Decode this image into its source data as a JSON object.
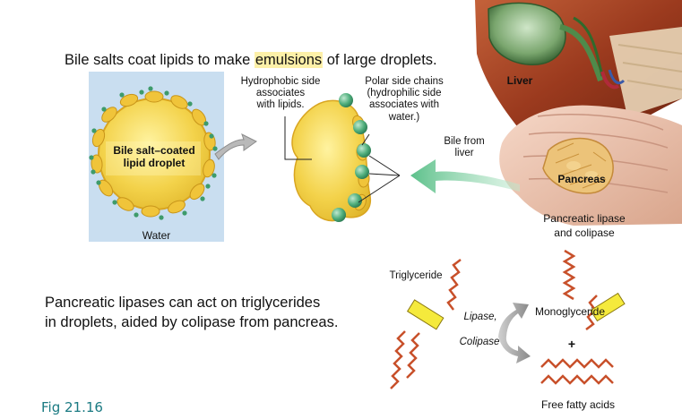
{
  "title": {
    "before": "Bile salts coat lipids to make ",
    "highlight": "emulsions",
    "after": " of large droplets."
  },
  "droplet": {
    "label_line1": "Bile salt–coated",
    "label_line2": "lipid droplet",
    "water": "Water"
  },
  "hydrophobic": {
    "line1": "Hydrophobic side",
    "line2": "associates",
    "line3": "with lipids."
  },
  "polar": {
    "line1": "Polar side chains",
    "line2": "(hydrophilic side",
    "line3": "associates with",
    "line4": "water.)"
  },
  "bile_from": {
    "line1": "Bile from",
    "line2": "liver"
  },
  "organs": {
    "liver": "Liver",
    "pancreas": "Pancreas"
  },
  "lipase_source": {
    "line1": "Pancreatic lipase",
    "line2": "and colipase"
  },
  "reaction": {
    "substrate": "Triglyceride",
    "enzyme1": "Lipase,",
    "enzyme2": "Colipase",
    "product1": "Monoglyceride",
    "plus": "+",
    "product2": "Free fatty acids"
  },
  "description": {
    "line1": "Pancreatic lipases can act on triglycerides",
    "line2": "in droplets, aided by colipase from pancreas."
  },
  "figure_label": "Fig 21.16",
  "colors": {
    "lipid": "#f3d24a",
    "bile_salt": "#3e9b6b",
    "water": "#c9def0",
    "arrow_green": "#7ccf9e",
    "chain": "#c8502a",
    "glycerol": "#f5ea3c",
    "liver": "#9b3a1e",
    "pancreas": "#e9c07a",
    "figure_label": "#1a7a82"
  }
}
